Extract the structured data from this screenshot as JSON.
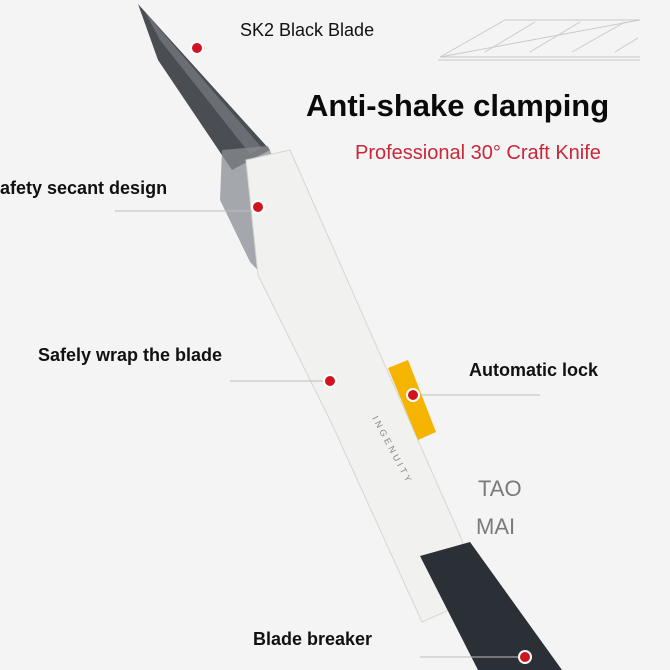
{
  "headline": {
    "title": "Anti-shake clamping",
    "subtitle": "Professional 30° Craft Knife"
  },
  "callouts": [
    {
      "label": "SK2 Black Blade"
    },
    {
      "label": "afety secant design"
    },
    {
      "label": "Safely wrap the blade"
    },
    {
      "label": "Automatic lock"
    },
    {
      "label": "Blade breaker"
    }
  ],
  "product_text": "INGENUITY",
  "watermark": [
    "TAO",
    "MAI"
  ],
  "colors": {
    "accent_red": "#c8283a",
    "dot_red": "#d0141e",
    "slider_yellow": "#f5b400",
    "grip": "#2b2f36",
    "blade": "#4a4d52"
  }
}
